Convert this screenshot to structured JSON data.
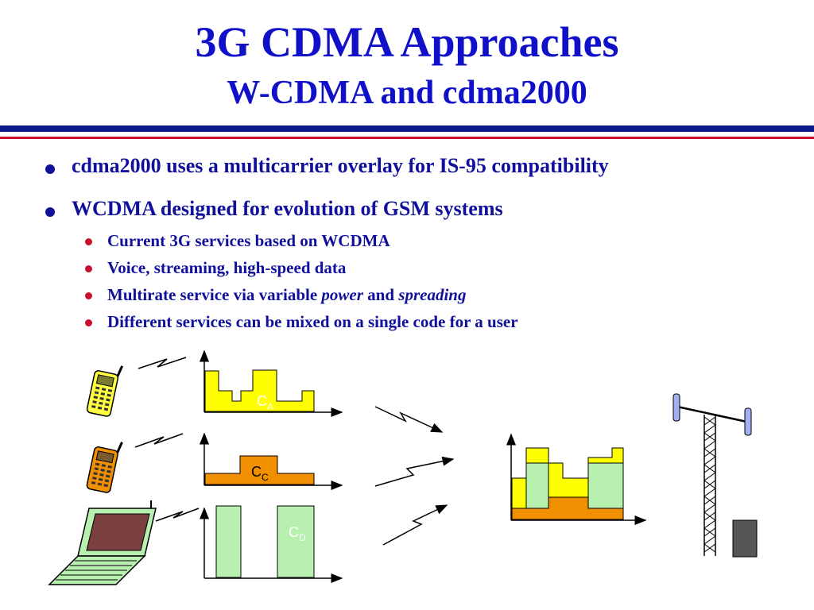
{
  "title": "3G CDMA Approaches",
  "subtitle": "W-CDMA and cdma2000",
  "bullets": [
    "cdma2000 uses a multicarrier overlay for IS-95 compatibility",
    "WCDMA designed for evolution of GSM systems"
  ],
  "sub_bullets": [
    "Current 3G services based on WCDMA",
    "Voice, streaming, high-speed data",
    {
      "before": "Multirate service via variable ",
      "em1": "power",
      "mid": " and ",
      "em2": "spreading"
    },
    "Different services can be mixed on a single code for a user"
  ],
  "diagram": {
    "code_labels": [
      {
        "letter": "C",
        "sub": "A"
      },
      {
        "letter": "C",
        "sub": "C"
      },
      {
        "letter": "C",
        "sub": "D"
      }
    ],
    "icons": [
      "cell-phone-yellow-icon",
      "cell-phone-orange-icon",
      "laptop-icon",
      "cell-tower-icon",
      "lightning-icon"
    ],
    "colors": {
      "yellow": "#ffff00",
      "orange": "#f09000",
      "green": "#b8f0b0",
      "title_blue": "#1010c8",
      "bullet_red": "#c8102e"
    }
  }
}
